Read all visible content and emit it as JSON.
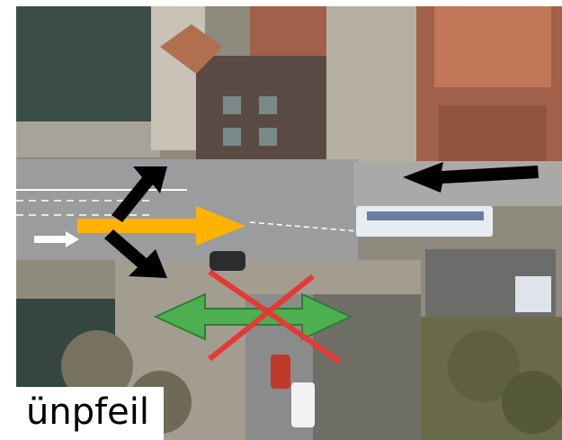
{
  "caption": "ünpfeil",
  "colors": {
    "water": "#3a4e47",
    "road": "#9a9c9e",
    "roofs": "#a0604a",
    "plaza": "#b6b0a4",
    "trees": "#6a6a48",
    "arrow_straight": "#ffb300",
    "arrow_turn": "#000000",
    "arrow_green": "#4caf50",
    "cross_red": "#e53935"
  },
  "map_features": {
    "arrows": [
      "black-arrow-left",
      "yellow-arrow-straight",
      "black-arrow-turn-up",
      "black-arrow-turn-down",
      "green-double-arrow"
    ],
    "cross": "red-x-over-green-arrow",
    "vehicles": [
      "tram",
      "dark-car",
      "red-car",
      "white-van"
    ]
  }
}
